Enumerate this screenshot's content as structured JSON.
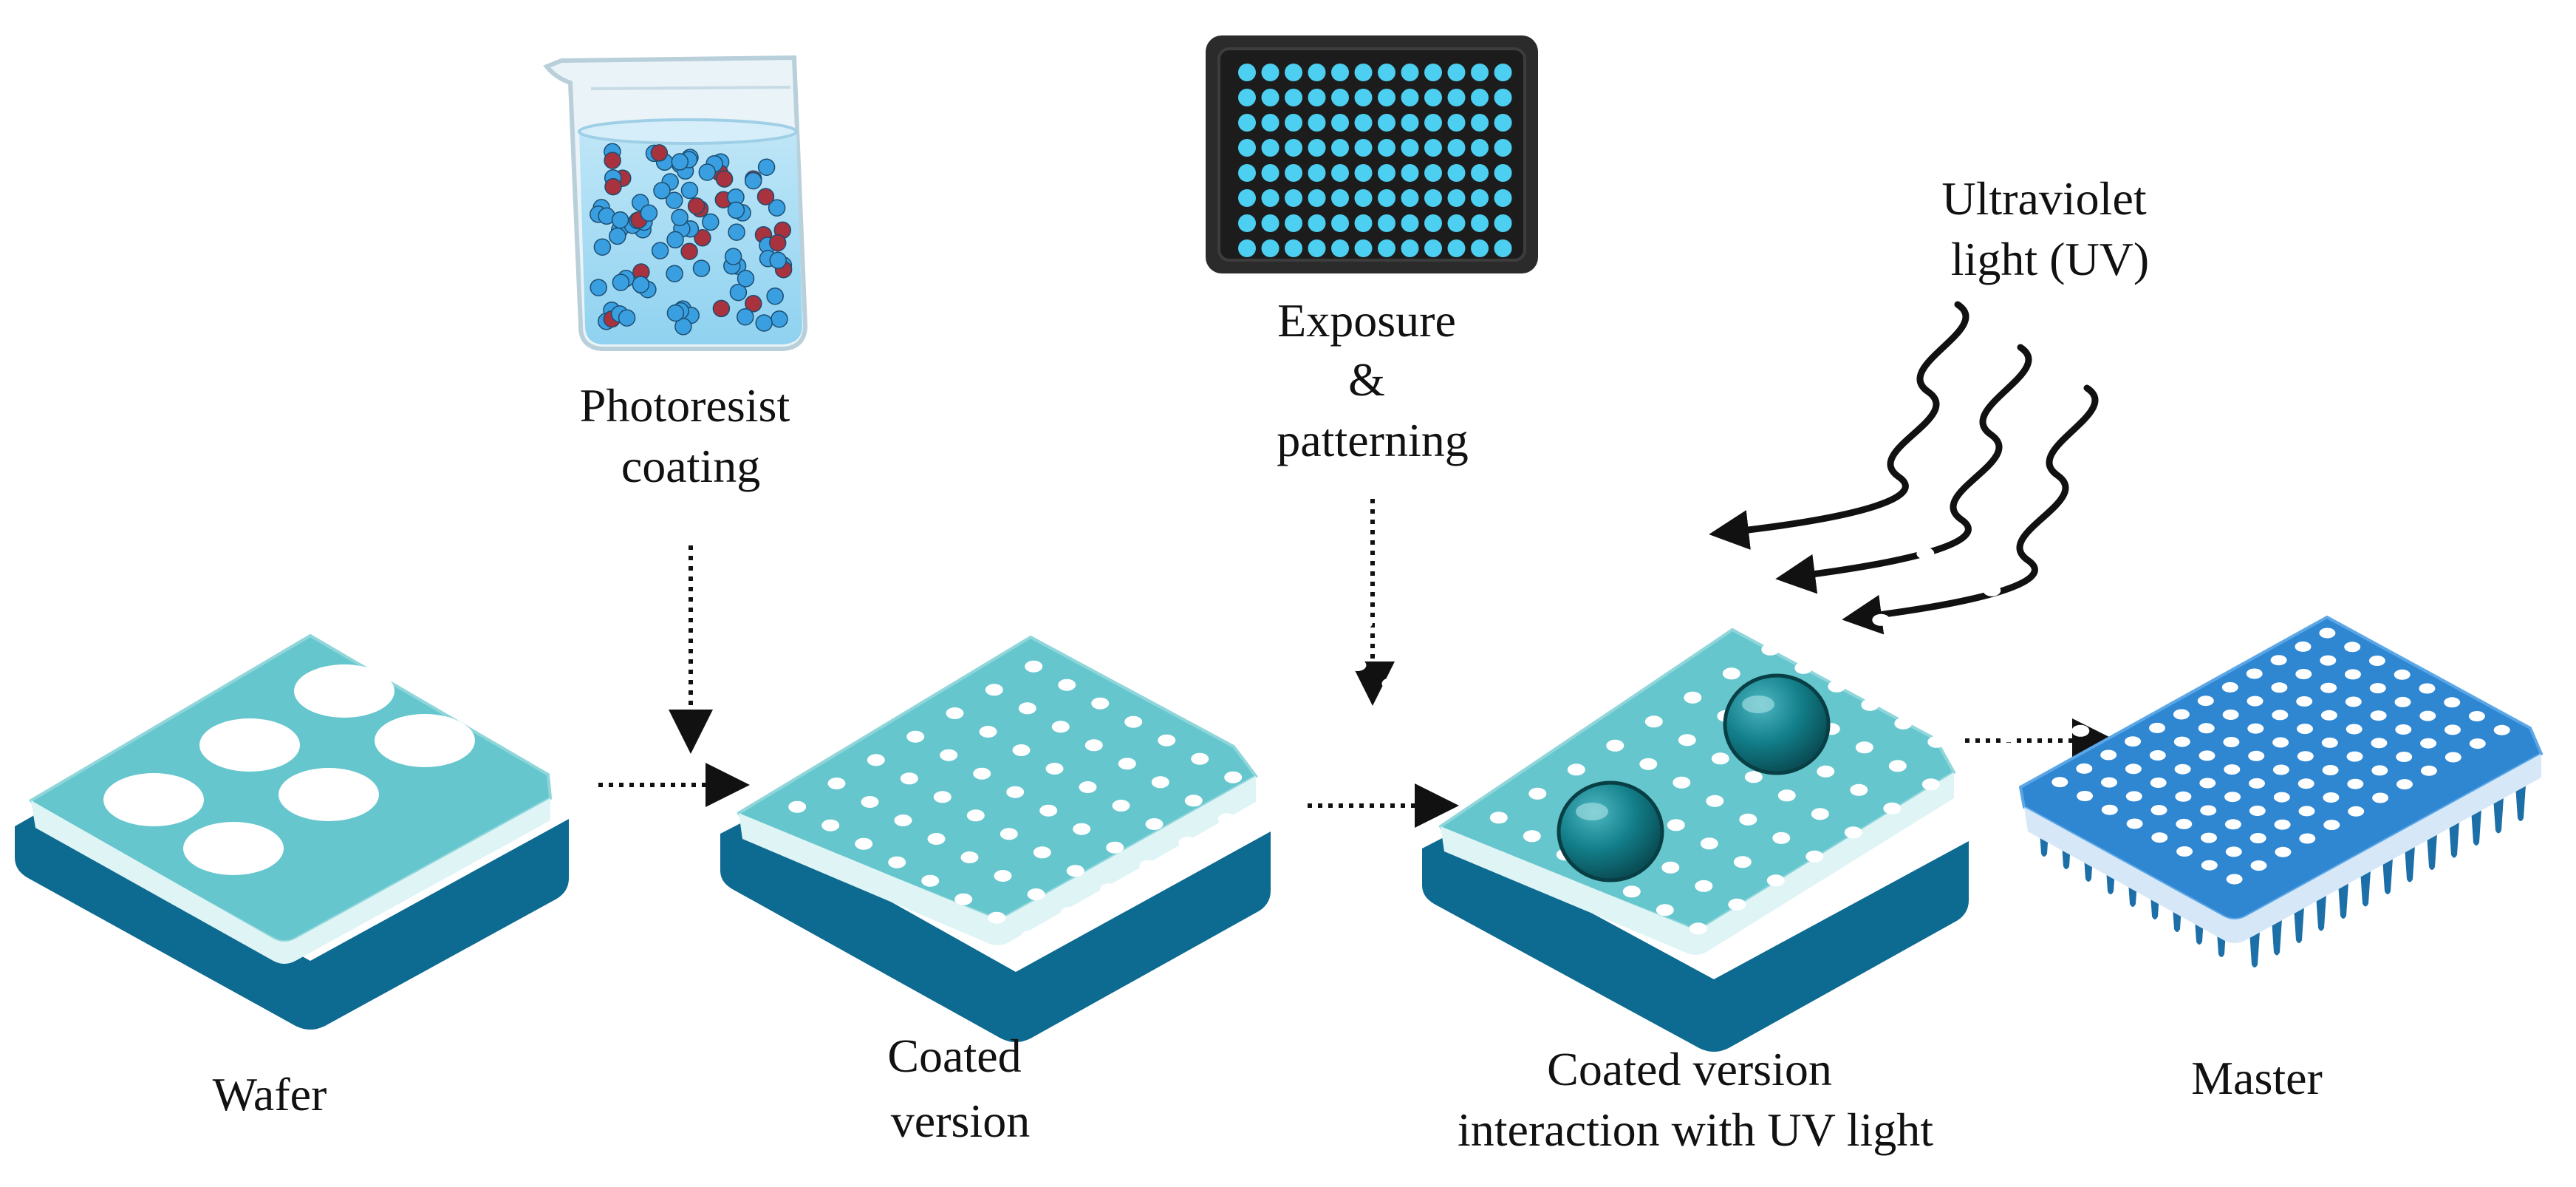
{
  "labels": {
    "photoresist_line1": "Photoresist",
    "photoresist_line2": "coating",
    "exposure_line1": "Exposure",
    "exposure_line2": "&",
    "exposure_line3": "patterning",
    "uv_line1": "Ultraviolet",
    "uv_line2": "light (UV)",
    "wafer": "Wafer",
    "coated_line1": "Coated",
    "coated_line2": "version",
    "interaction_line1": "Coated version",
    "interaction_line2": "interaction with UV light",
    "master": "Master"
  },
  "colors": {
    "plate_top": "#66c6cd",
    "plate_base": "#0d6a91",
    "master_blue": "#2f86d1",
    "sphere": "#127f8a",
    "mask_frame": "#2b2b2b",
    "mask_well": "#4ccff0",
    "particle_blue": "#3a9fe0",
    "particle_red": "#a8323d"
  },
  "icons": [
    "beaker-icon",
    "photomask-icon",
    "uv-wave-icon",
    "wafer-plate-icon",
    "coated-plate-icon",
    "uv-interaction-plate-icon",
    "master-mold-icon",
    "dotted-arrow-icon"
  ]
}
